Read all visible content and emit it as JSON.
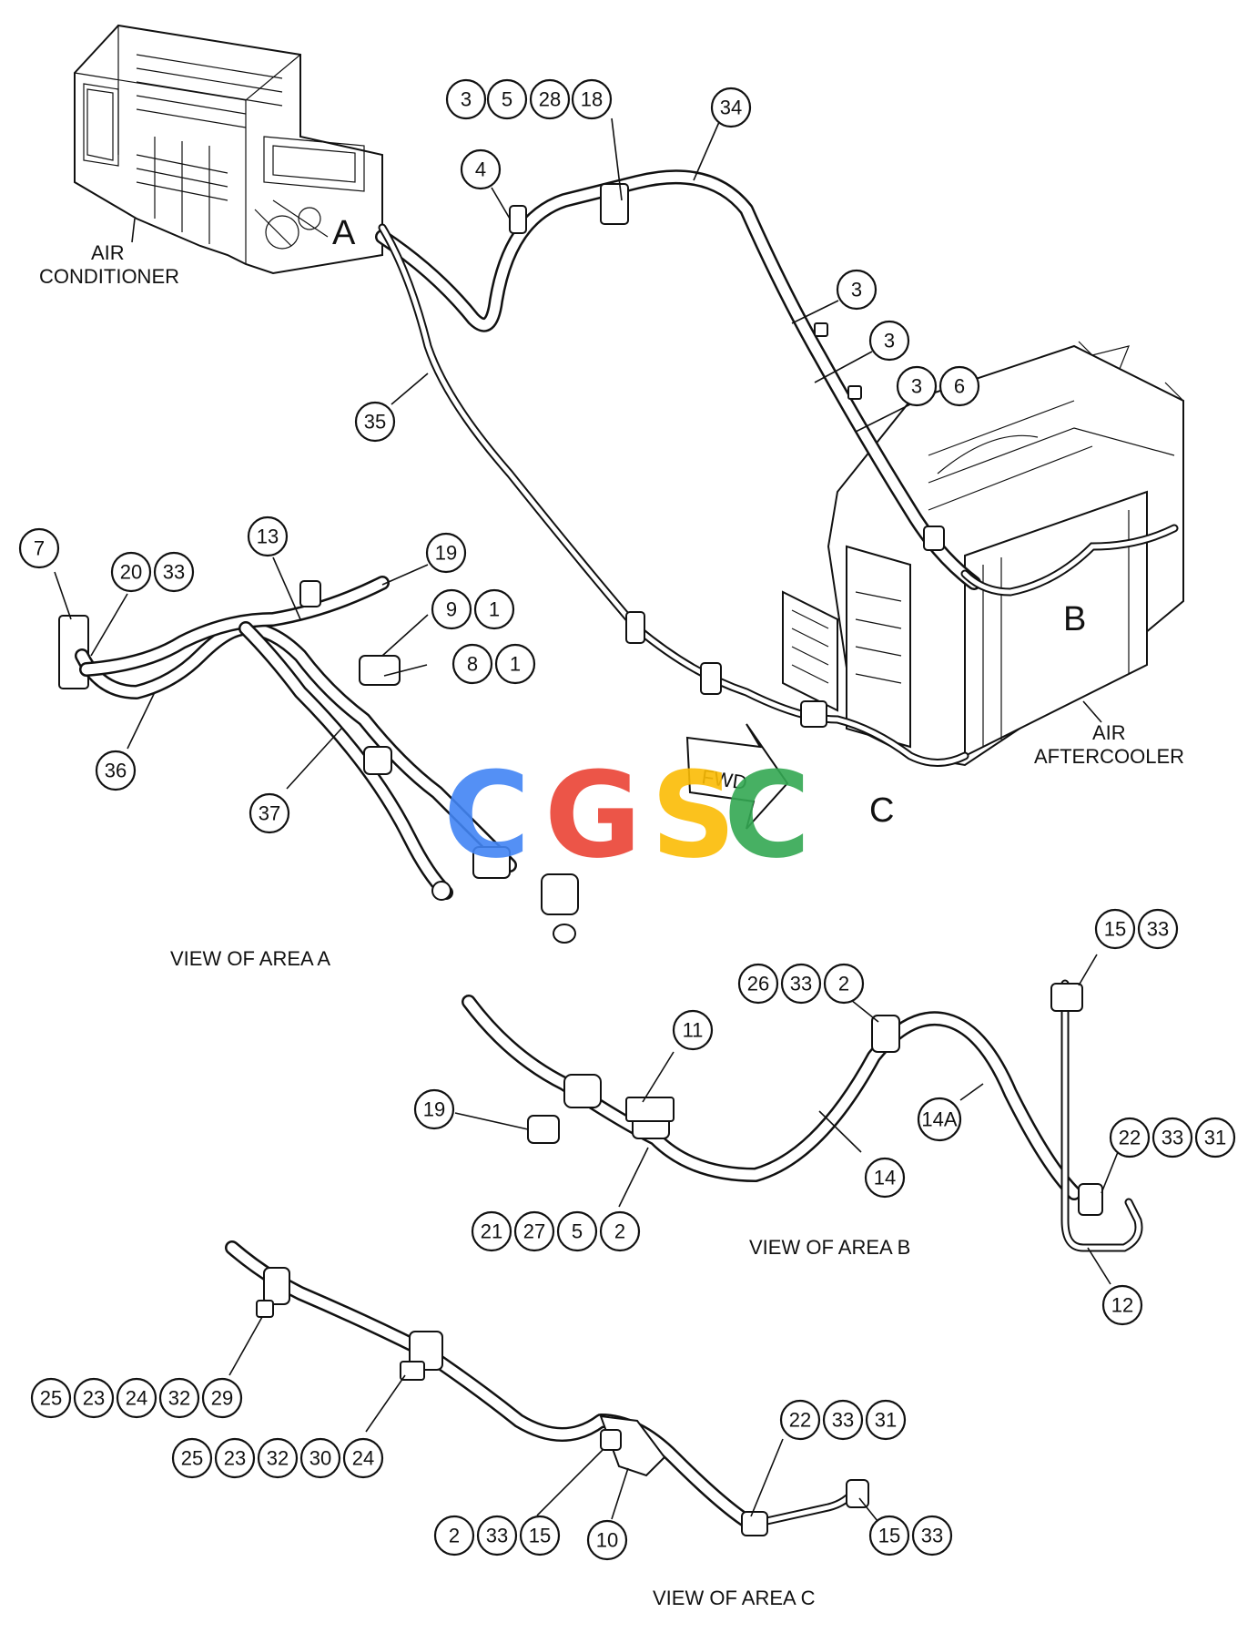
{
  "labels": {
    "air_conditioner": [
      "AIR",
      "CONDITIONER"
    ],
    "air_aftercooler": [
      "AIR",
      "AFTERCOOLER"
    ],
    "area_a": "A",
    "area_b": "B",
    "area_c": "C",
    "fwd": "FWD",
    "view_a": "VIEW OF AREA A",
    "view_b": "VIEW OF AREA B",
    "view_c": "VIEW OF AREA C"
  },
  "watermark": {
    "text": "CGSC",
    "colors": [
      "#4285f4",
      "#ea4335",
      "#fbbc05",
      "#34a853"
    ]
  },
  "callouts": {
    "top_3_5_28_18": [
      "3",
      "5",
      "28",
      "18"
    ],
    "top_34": [
      "34"
    ],
    "top_4": [
      "4"
    ],
    "top_3a": [
      "3"
    ],
    "top_3b": [
      "3"
    ],
    "top_3_6": [
      "3",
      "6"
    ],
    "top_35": [
      "35"
    ],
    "a_7": [
      "7"
    ],
    "a_20_33": [
      "20",
      "33"
    ],
    "a_13": [
      "13"
    ],
    "a_19": [
      "19"
    ],
    "a_9_1": [
      "9",
      "1"
    ],
    "a_8_1": [
      "8",
      "1"
    ],
    "a_36": [
      "36"
    ],
    "a_37": [
      "37"
    ],
    "b_15_33": [
      "15",
      "33"
    ],
    "b_26_33_2": [
      "26",
      "33",
      "2"
    ],
    "b_11": [
      "11"
    ],
    "b_19": [
      "19"
    ],
    "b_14A": [
      "14A"
    ],
    "b_22_33_31": [
      "22",
      "33",
      "31"
    ],
    "b_14": [
      "14"
    ],
    "b_21_27_5_2": [
      "21",
      "27",
      "5",
      "2"
    ],
    "b_12": [
      "12"
    ],
    "c_25_23_24_32_29": [
      "25",
      "23",
      "24",
      "32",
      "29"
    ],
    "c_25_23_32_30_24": [
      "25",
      "23",
      "32",
      "30",
      "24"
    ],
    "c_22_33_31": [
      "22",
      "33",
      "31"
    ],
    "c_2_33_15": [
      "2",
      "33",
      "15"
    ],
    "c_10": [
      "10"
    ],
    "c_15_33": [
      "15",
      "33"
    ]
  }
}
